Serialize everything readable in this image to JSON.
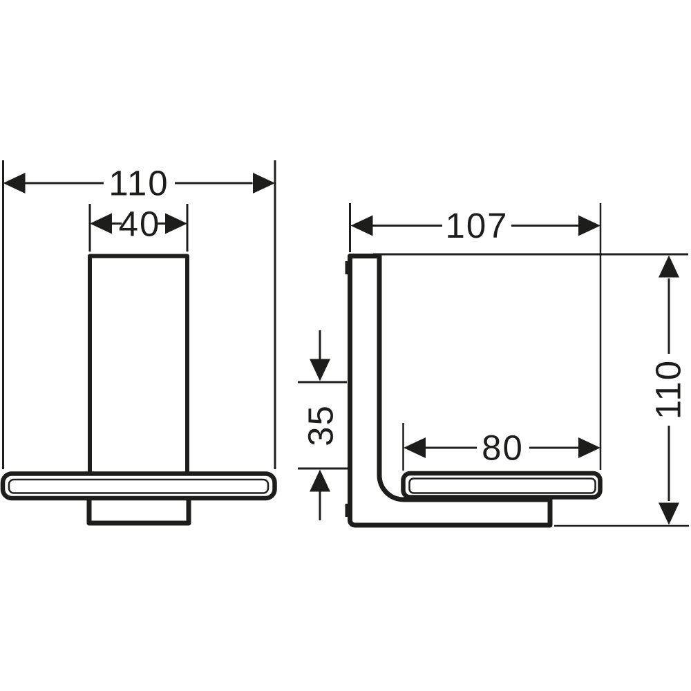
{
  "canvas": {
    "background": "#ffffff",
    "line_color": "#1d1d1b"
  },
  "drawing_type": "technical-dimension-drawing",
  "views": {
    "front": {
      "dims": {
        "overall_width": {
          "label": "110",
          "orientation": "horizontal"
        },
        "post_width": {
          "label": "40",
          "orientation": "horizontal"
        }
      }
    },
    "side": {
      "dims": {
        "overall_depth": {
          "label": "107",
          "orientation": "horizontal"
        },
        "wall_clearance": {
          "label": "35",
          "orientation": "vertical-rotated"
        },
        "shelf_depth": {
          "label": "80",
          "orientation": "horizontal"
        },
        "overall_height": {
          "label": "110",
          "orientation": "vertical-rotated"
        }
      }
    }
  },
  "icons": {
    "dimension_arrow": "solid-filled-triangle"
  }
}
